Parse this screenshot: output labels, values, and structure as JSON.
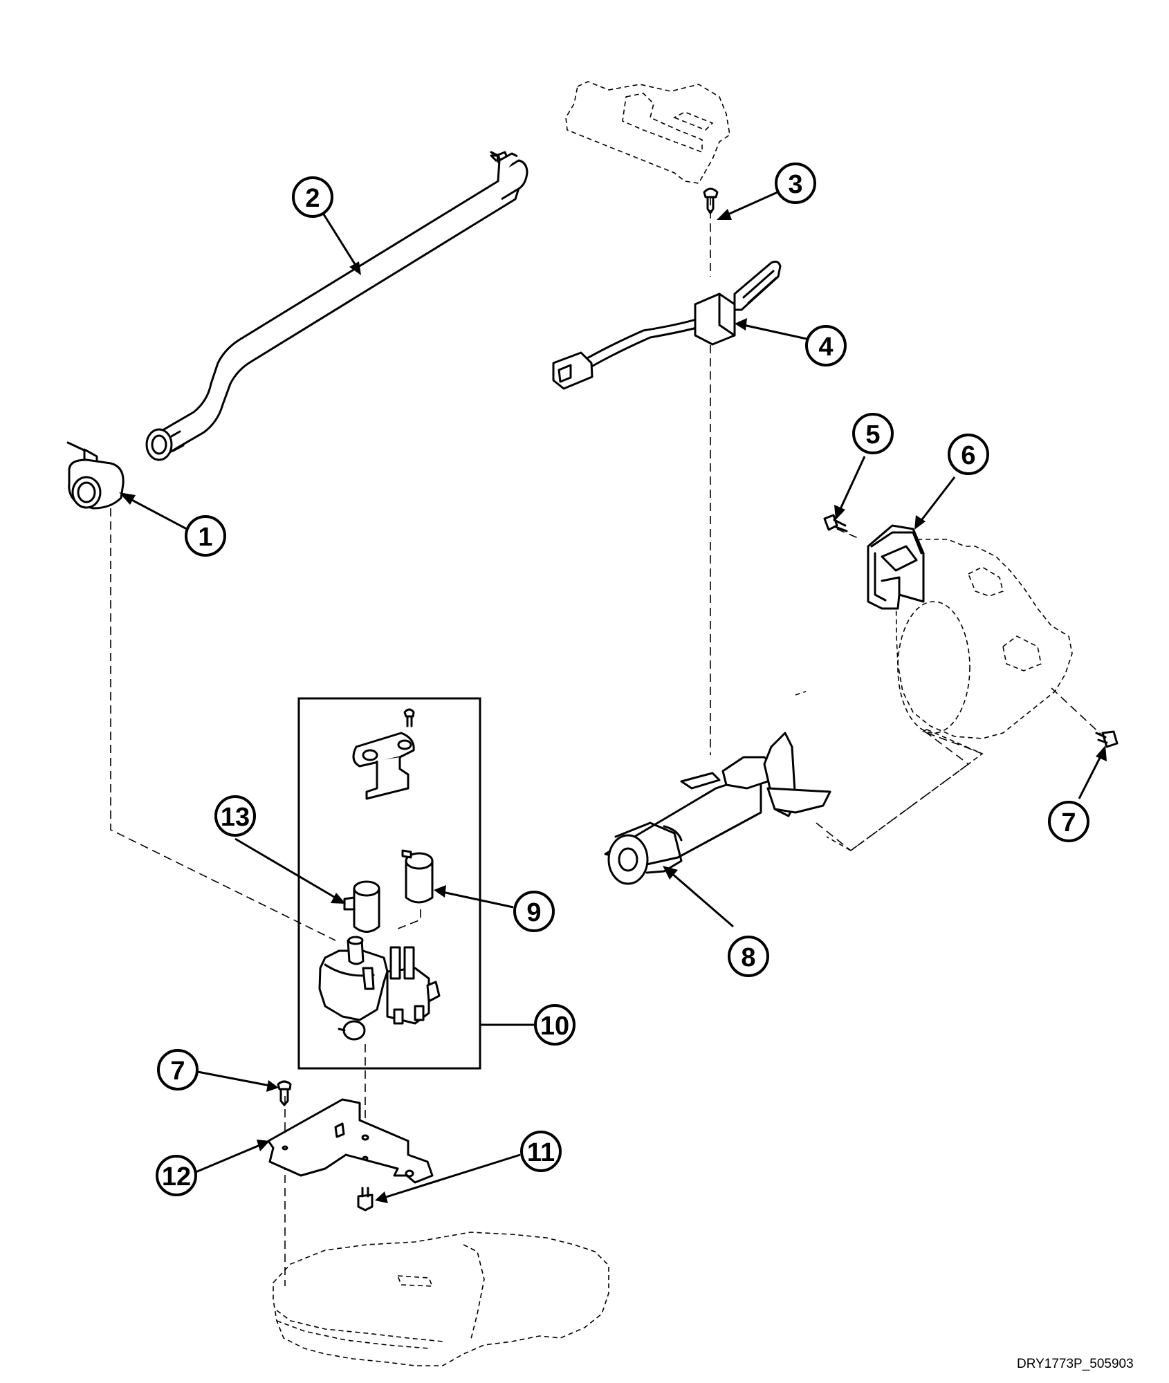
{
  "diagram_code": "DRY1773P_505903",
  "callouts": [
    "1",
    "2",
    "3",
    "4",
    "5",
    "6",
    "7",
    "7",
    "8",
    "9",
    "10",
    "11",
    "12",
    "13"
  ]
}
